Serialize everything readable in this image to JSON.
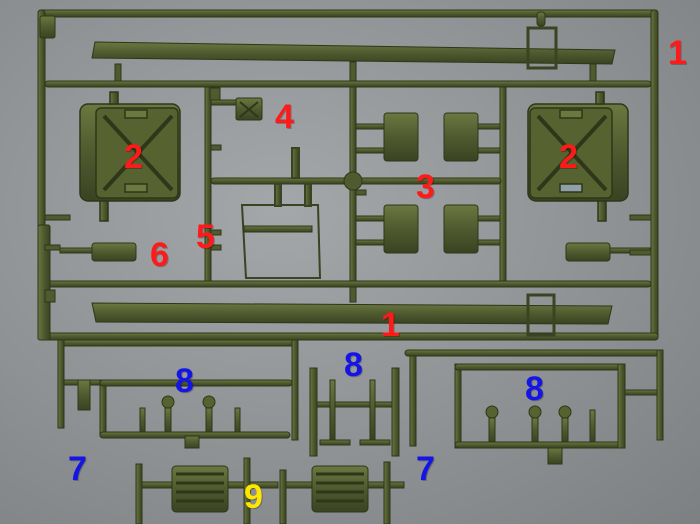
{
  "colors": {
    "plastic": "#4f5a2f",
    "plastic_dark": "#3a4322",
    "plastic_light": "#6b7840",
    "background": "#8f9294",
    "label_red": "#ff1a1a",
    "label_blue": "#1414e6",
    "label_yellow": "#ffe600"
  },
  "labels": [
    {
      "id": "l1a",
      "text": "1",
      "color": "red"
    },
    {
      "id": "l2a",
      "text": "2",
      "color": "red"
    },
    {
      "id": "l2b",
      "text": "2",
      "color": "red"
    },
    {
      "id": "l3",
      "text": "3",
      "color": "red"
    },
    {
      "id": "l4",
      "text": "4",
      "color": "red"
    },
    {
      "id": "l5",
      "text": "5",
      "color": "red"
    },
    {
      "id": "l6",
      "text": "6",
      "color": "red"
    },
    {
      "id": "l1b",
      "text": "1",
      "color": "red"
    },
    {
      "id": "l8a",
      "text": "8",
      "color": "blue"
    },
    {
      "id": "l8b",
      "text": "8",
      "color": "blue"
    },
    {
      "id": "l8c",
      "text": "8",
      "color": "blue"
    },
    {
      "id": "l7a",
      "text": "7",
      "color": "blue"
    },
    {
      "id": "l7b",
      "text": "7",
      "color": "blue"
    },
    {
      "id": "l9",
      "text": "9",
      "color": "yellow"
    }
  ]
}
